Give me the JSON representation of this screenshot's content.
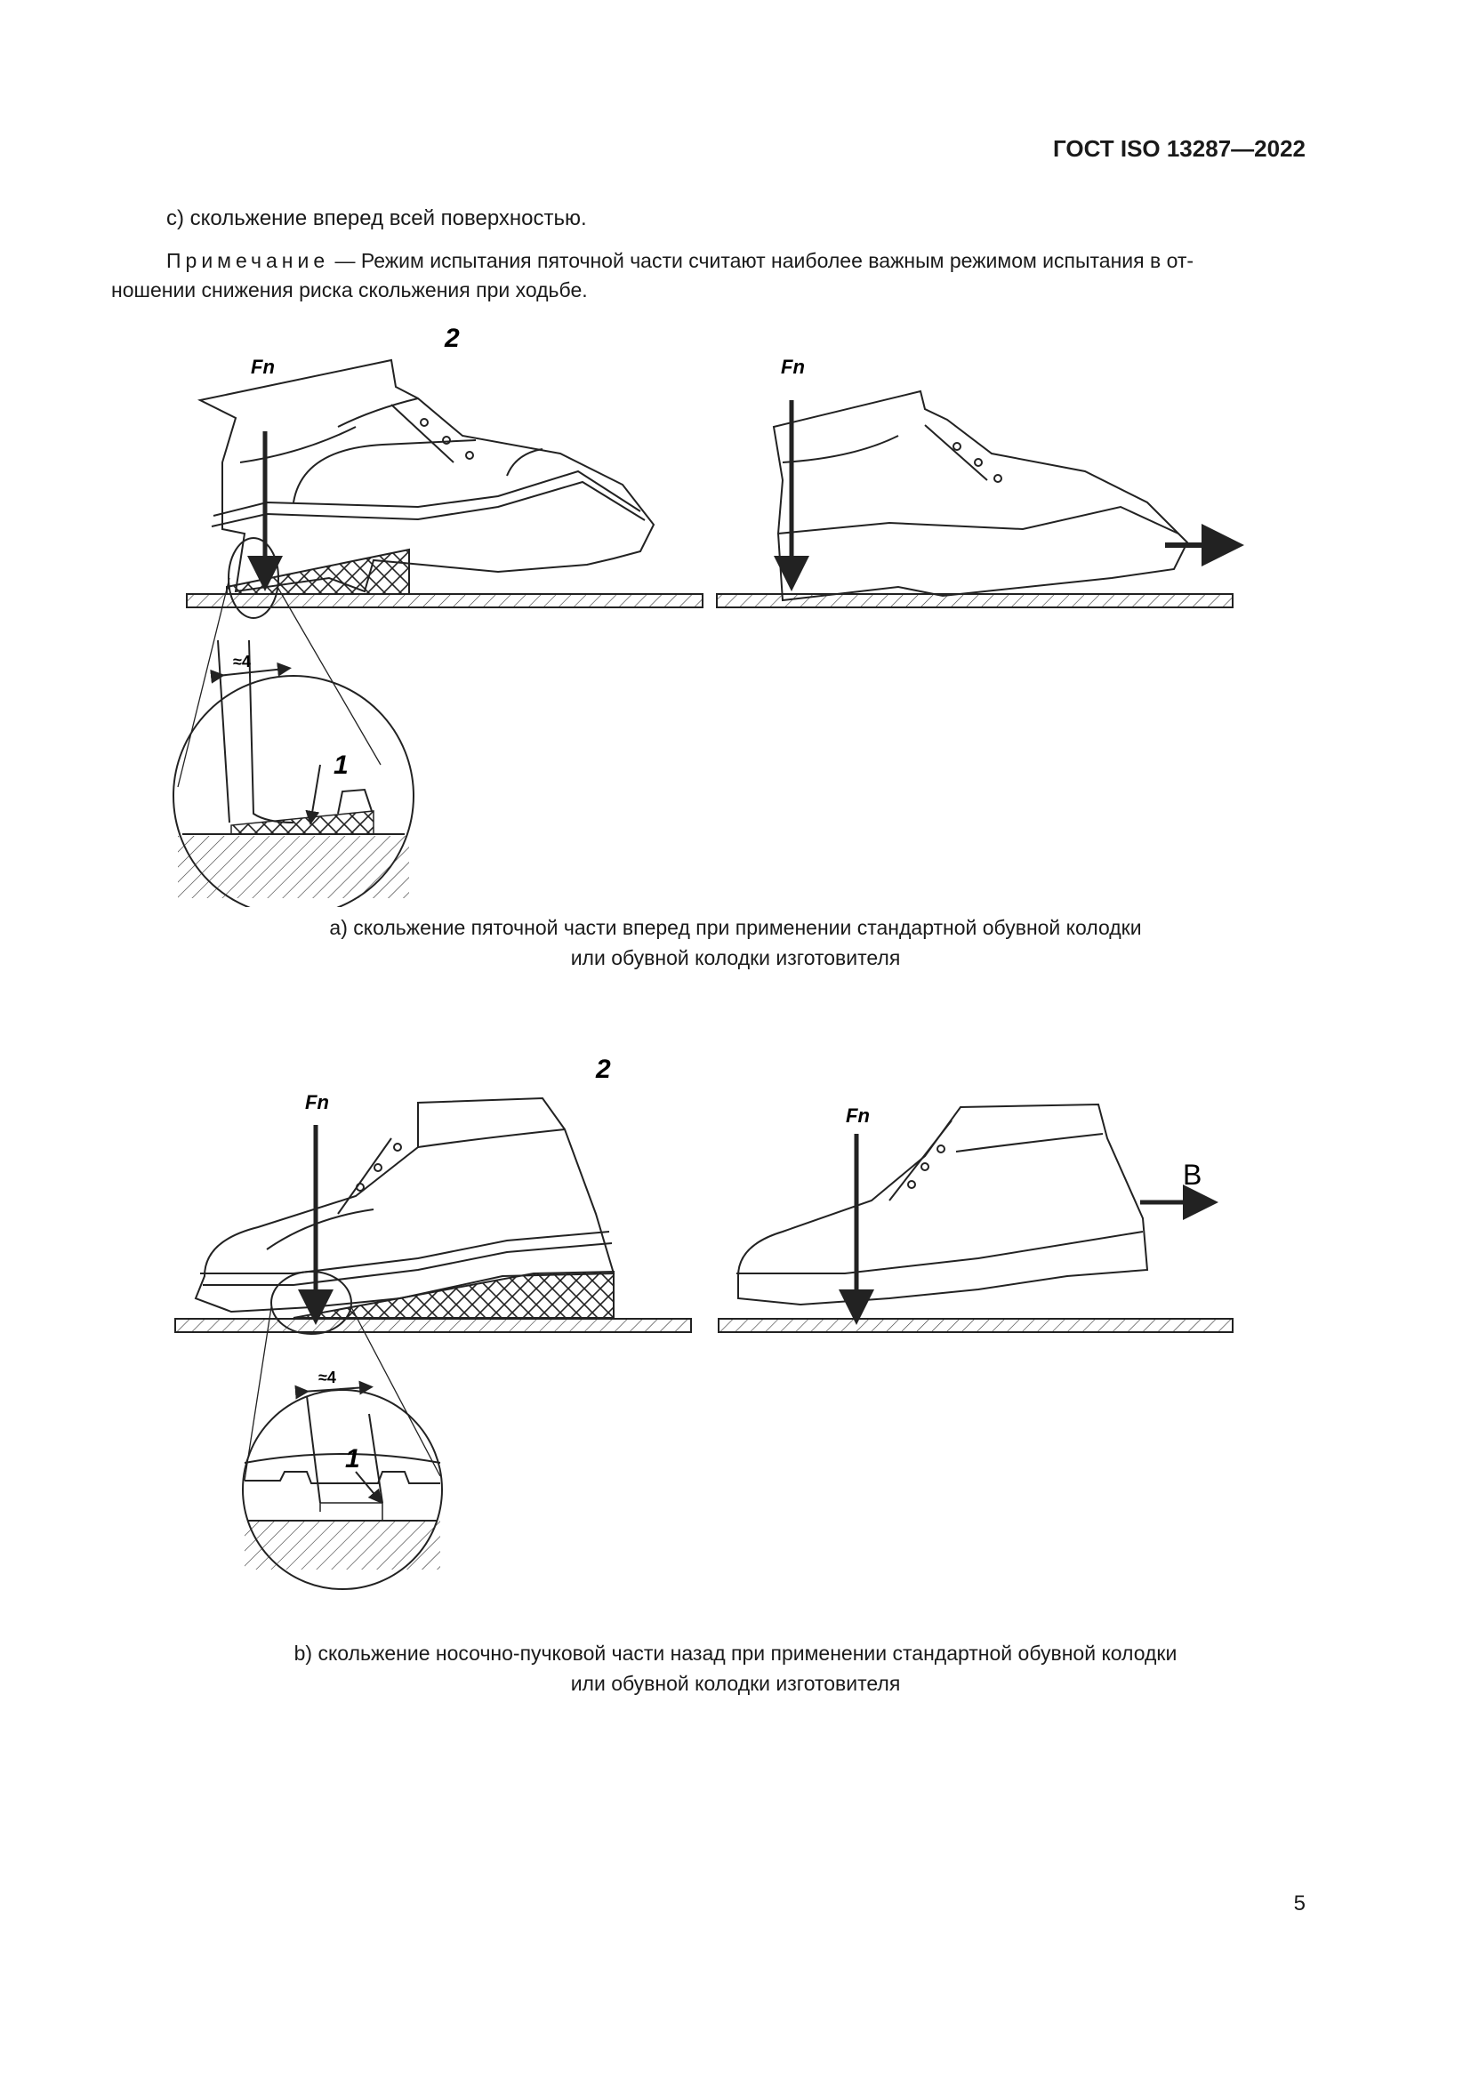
{
  "header": {
    "doc_code": "ГОСТ ISO 13287—2022"
  },
  "body": {
    "item_c": "c)  скольжение вперед всей поверхностью.",
    "note_label": "Примечание",
    "note_line1": " — Режим испытания пяточной части считают наиболее важным режимом испытания в от-",
    "note_line2": "ношении снижения риска скольжения при ходьбе."
  },
  "figure_a": {
    "force_label": "Fn",
    "callout_2": "2",
    "callout_1": "1",
    "dimension": "≈4",
    "caption_line1": "a)  скольжение пяточной части вперед при применении стандартной обувной колодки",
    "caption_line2": "или обувной колодки изготовителя"
  },
  "figure_b": {
    "force_label": "Fn",
    "callout_2": "2",
    "callout_1": "1",
    "dimension": "≈4",
    "direction_label": "B",
    "caption_line1": "b)  скольжение носочно-пучковой части назад при применении стандартной обувной колодки",
    "caption_line2": "или обувной колодки изготовителя"
  },
  "footer": {
    "page_number": "5"
  }
}
